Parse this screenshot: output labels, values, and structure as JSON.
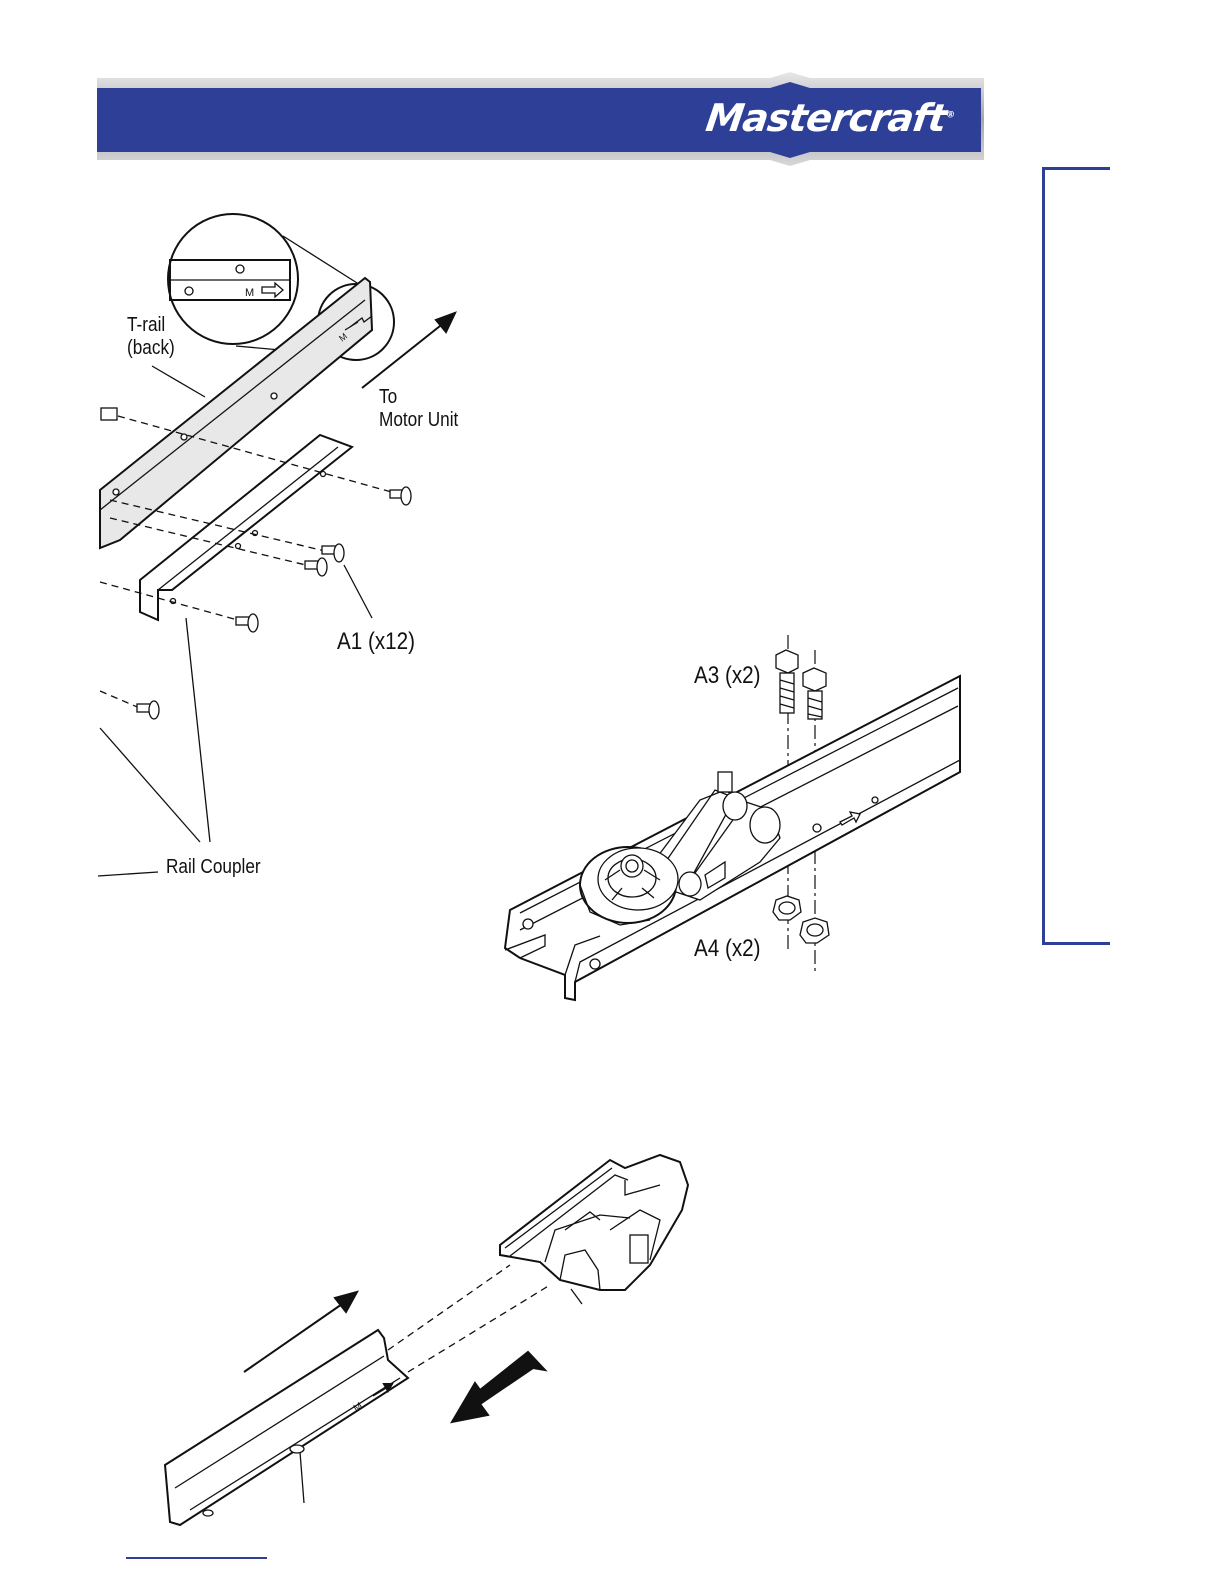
{
  "header": {
    "brand": "Mastercraft",
    "brand_mark": "®",
    "band_color": "#2e3f97",
    "frame_color": "#b7b7b9"
  },
  "figure1": {
    "t_rail_label": "T-rail\n(back)",
    "direction_label": "To\nMotor Unit",
    "fastener_label": "A1 (x12)",
    "coupler_label": "Rail Coupler",
    "detail_letter": "M"
  },
  "figure2": {
    "bolt_label": "A3 (x2)",
    "nut_label": "A4 (x2)"
  },
  "figure3": {
    "rail_letter": "M"
  }
}
